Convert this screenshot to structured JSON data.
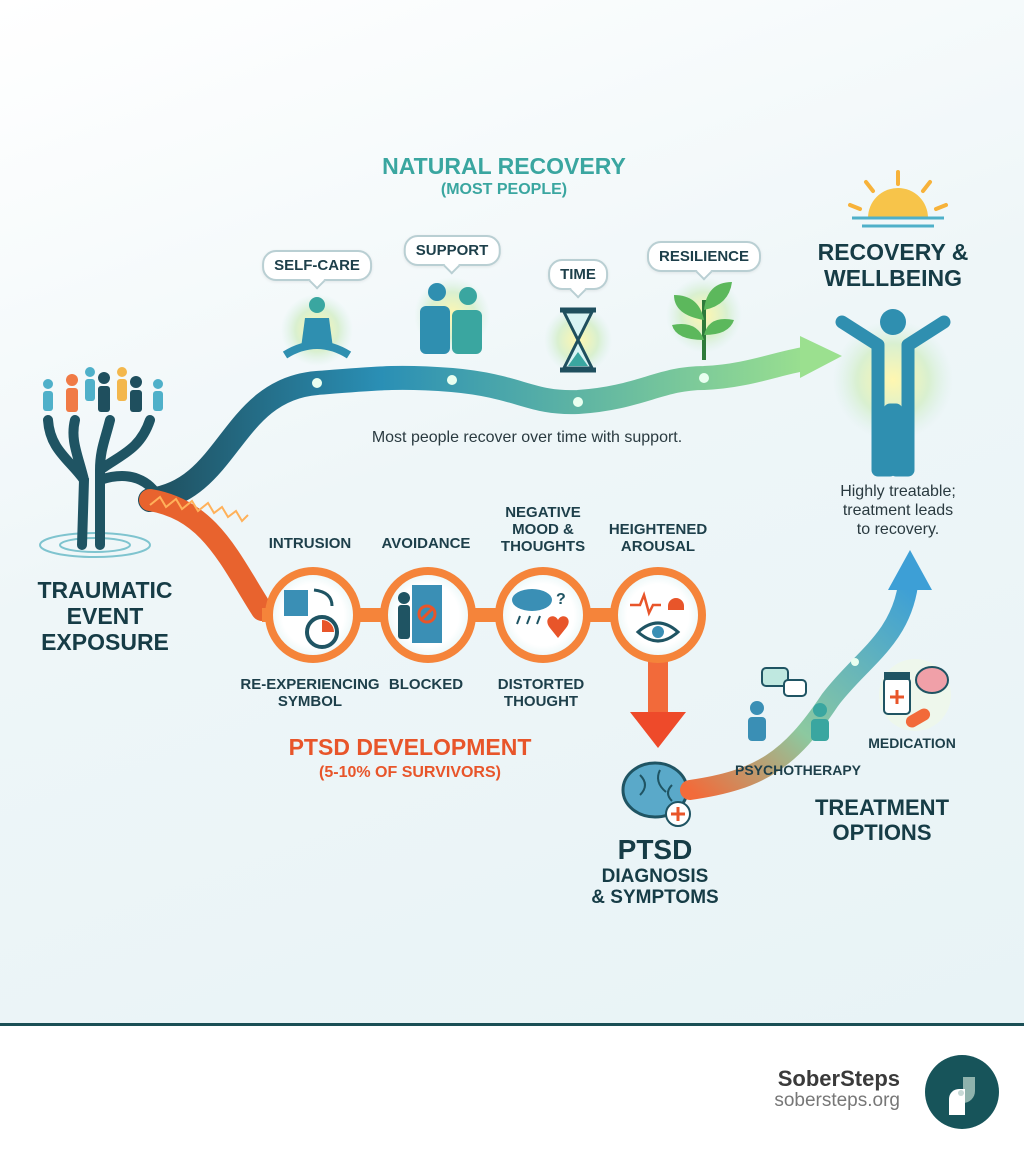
{
  "colors": {
    "teal": "#3aa6a0",
    "dark": "#163c46",
    "orange": "#e8552a",
    "brand": "#17545a",
    "green": "#8fd38a"
  },
  "natural": {
    "title": "NATURAL RECOVERY",
    "subtitle": "(MOST PEOPLE)",
    "note": "Most people recover over time with support.",
    "steps": [
      {
        "label": "SELF-CARE",
        "icon": "meditation-icon"
      },
      {
        "label": "SUPPORT",
        "icon": "hug-icon"
      },
      {
        "label": "TIME",
        "icon": "hourglass-icon"
      },
      {
        "label": "RESILIENCE",
        "icon": "sprout-icon"
      }
    ]
  },
  "trauma": {
    "lines": [
      "TRAUMATIC",
      "EVENT",
      "EXPOSURE"
    ]
  },
  "recovery": {
    "lines": [
      "RECOVERY &",
      "WELLBEING"
    ],
    "note": [
      "Highly treatable;",
      "treatment leads",
      "to recovery."
    ]
  },
  "ptsd_dev": {
    "title": "PTSD DEVELOPMENT",
    "subtitle": "(5-10% OF SURVIVORS)",
    "symptoms": [
      {
        "top": [
          "INTRUSION"
        ],
        "bottom": [
          "RE-EXPERIENCING",
          "SYMBOL"
        ],
        "icon": "intrusion-icon"
      },
      {
        "top": [
          "AVOIDANCE"
        ],
        "bottom": [
          "BLOCKED"
        ],
        "icon": "blocked-door-icon"
      },
      {
        "top": [
          "NEGATIVE",
          "MOOD &",
          "THOUGHTS"
        ],
        "bottom": [
          "DISTORTED",
          "THOUGHT"
        ],
        "icon": "storm-cloud-icon"
      },
      {
        "top": [
          "HEIGHTENED",
          "AROUSAL"
        ],
        "bottom": [],
        "icon": "alarm-eye-icon"
      }
    ]
  },
  "diagnosis": {
    "lines": [
      "PTSD",
      "DIAGNOSIS",
      "& SYMPTOMS"
    ]
  },
  "treatment": {
    "lines": [
      "TREATMENT",
      "OPTIONS"
    ],
    "options": [
      {
        "label": "PSYCHOTHERAPY",
        "icon": "therapy-chat-icon"
      },
      {
        "label": "MEDICATION",
        "icon": "medication-icon"
      }
    ]
  },
  "footer": {
    "brand": "SoberSteps",
    "url": "sobersteps.org"
  }
}
